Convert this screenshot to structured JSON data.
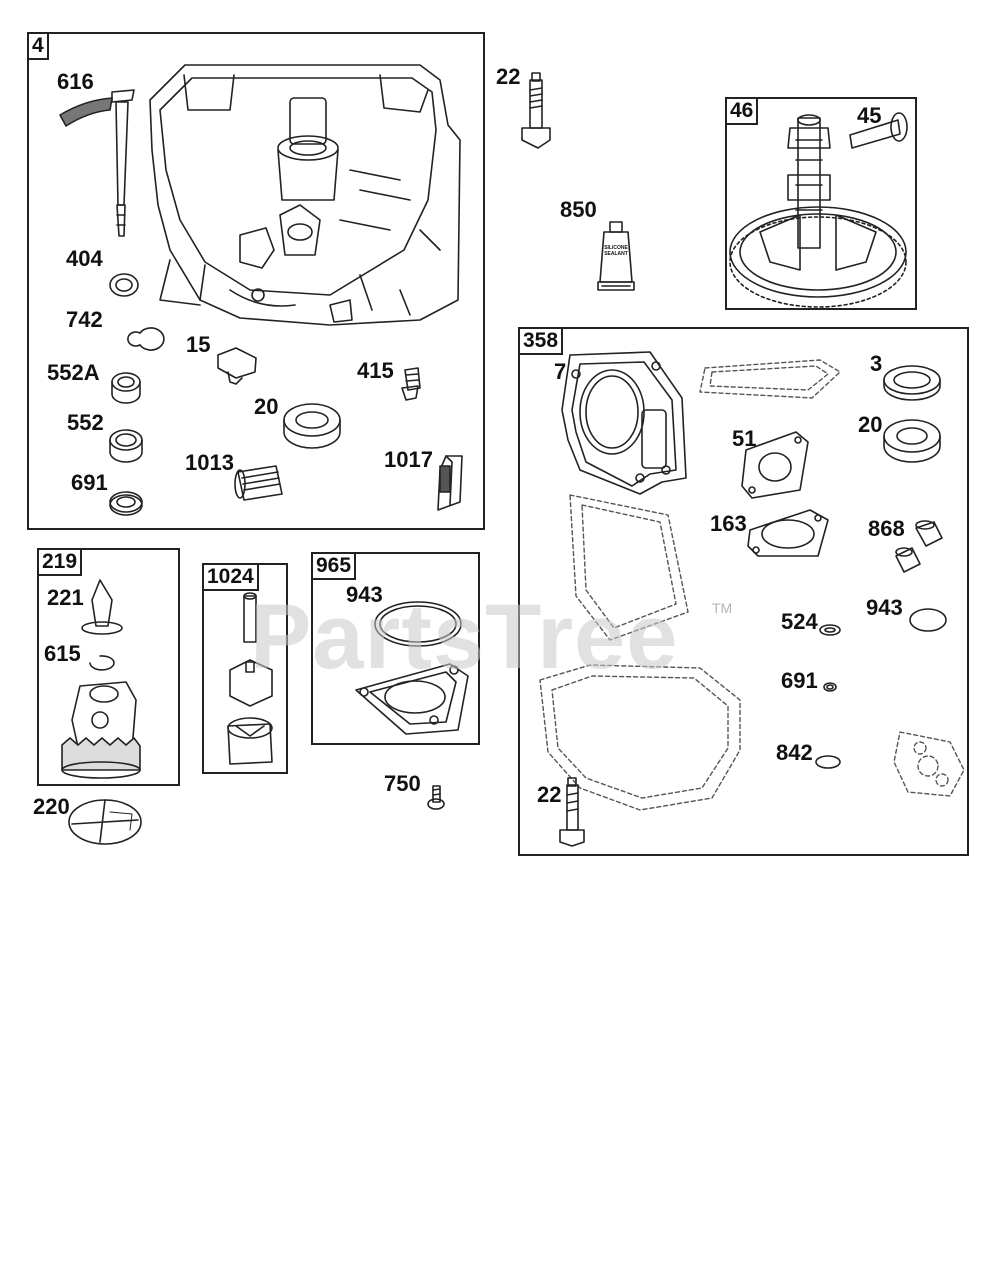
{
  "watermark": {
    "text": "PartsTree",
    "tm": "TM"
  },
  "groups": [
    {
      "id": "box-4",
      "tag": "4"
    },
    {
      "id": "box-46",
      "tag": "46"
    },
    {
      "id": "box-358",
      "tag": "358"
    },
    {
      "id": "box-219",
      "tag": "219"
    },
    {
      "id": "box-1024",
      "tag": "1024"
    },
    {
      "id": "box-965",
      "tag": "965"
    }
  ],
  "labels": [
    {
      "name": "part-616",
      "text": "616"
    },
    {
      "name": "part-404",
      "text": "404"
    },
    {
      "name": "part-742",
      "text": "742"
    },
    {
      "name": "part-552a",
      "text": "552A"
    },
    {
      "name": "part-552",
      "text": "552"
    },
    {
      "name": "part-691a",
      "text": "691"
    },
    {
      "name": "part-15",
      "text": "15"
    },
    {
      "name": "part-415",
      "text": "415"
    },
    {
      "name": "part-20a",
      "text": "20"
    },
    {
      "name": "part-1013",
      "text": "1013"
    },
    {
      "name": "part-1017",
      "text": "1017"
    },
    {
      "name": "part-22a",
      "text": "22"
    },
    {
      "name": "part-850",
      "text": "850"
    },
    {
      "name": "part-45",
      "text": "45"
    },
    {
      "name": "part-7",
      "text": "7"
    },
    {
      "name": "part-3",
      "text": "3"
    },
    {
      "name": "part-51",
      "text": "51"
    },
    {
      "name": "part-20b",
      "text": "20"
    },
    {
      "name": "part-163",
      "text": "163"
    },
    {
      "name": "part-868",
      "text": "868"
    },
    {
      "name": "part-524",
      "text": "524"
    },
    {
      "name": "part-943b",
      "text": "943"
    },
    {
      "name": "part-691b",
      "text": "691"
    },
    {
      "name": "part-842",
      "text": "842"
    },
    {
      "name": "part-22b",
      "text": "22"
    },
    {
      "name": "part-221",
      "text": "221"
    },
    {
      "name": "part-615",
      "text": "615"
    },
    {
      "name": "part-220",
      "text": "220"
    },
    {
      "name": "part-943a",
      "text": "943"
    },
    {
      "name": "part-750",
      "text": "750"
    }
  ],
  "sealant_text": {
    "line1": "SILICONE",
    "line2": "SEALANT"
  }
}
